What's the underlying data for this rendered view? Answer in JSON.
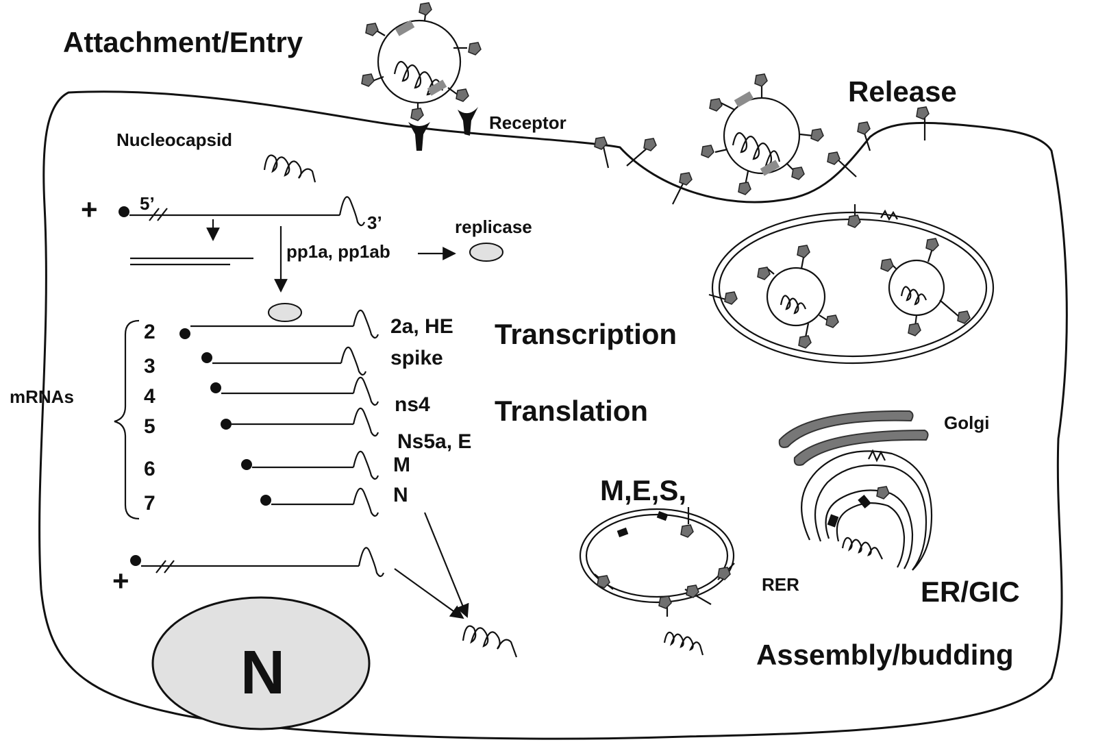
{
  "labels": {
    "attachment_entry": "Attachment/Entry",
    "release": "Release",
    "receptor": "Receptor",
    "nucleocapsid": "Nucleocapsid",
    "plus_top": "+",
    "five_prime": "5’",
    "three_prime": "3’",
    "replicase": "replicase",
    "pp1a_pp1ab": "pp1a, pp1ab",
    "transcription": "Transcription",
    "translation": "Translation",
    "mrnas": "mRNAs",
    "golgi": "Golgi",
    "mes": "M,E,S,",
    "rer": "RER",
    "er_gic": "ER/GIC",
    "plus_bottom": "+",
    "assembly_budding": "Assembly/budding",
    "nucleus": "N"
  },
  "mrnas": [
    {
      "number": "2",
      "product": "2a, HE"
    },
    {
      "number": "3",
      "product": "spike"
    },
    {
      "number": "4",
      "product": "ns4"
    },
    {
      "number": "5",
      "product": "Ns5a, E"
    },
    {
      "number": "6",
      "product": "M"
    },
    {
      "number": "7",
      "product": "N"
    }
  ]
}
